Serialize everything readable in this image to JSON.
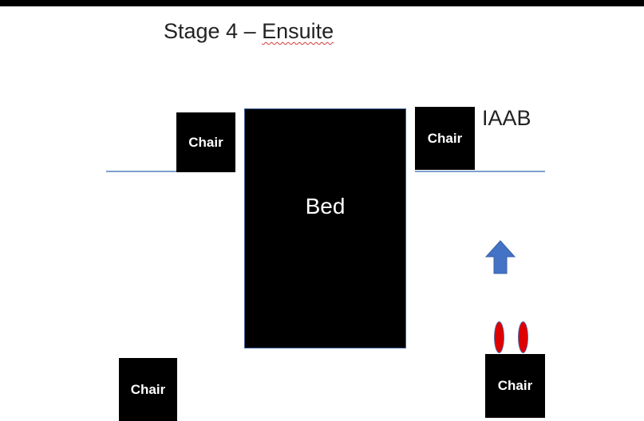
{
  "title": {
    "prefix": "Stage 4 – ",
    "emphasis": "Ensuite"
  },
  "bed": {
    "label": "Bed"
  },
  "chairs": [
    {
      "label": "Chair"
    },
    {
      "label": "Chair"
    },
    {
      "label": "Chair"
    },
    {
      "label": "Chair"
    }
  ],
  "code_label": "IAAB",
  "icons": {
    "arrow": "arrow-up-icon",
    "markers": "red-marker-icon"
  },
  "colors": {
    "furniture": "#000000",
    "wall_line": "#7f9fcd",
    "arrow": "#4472c4",
    "marker": "#e00000"
  }
}
